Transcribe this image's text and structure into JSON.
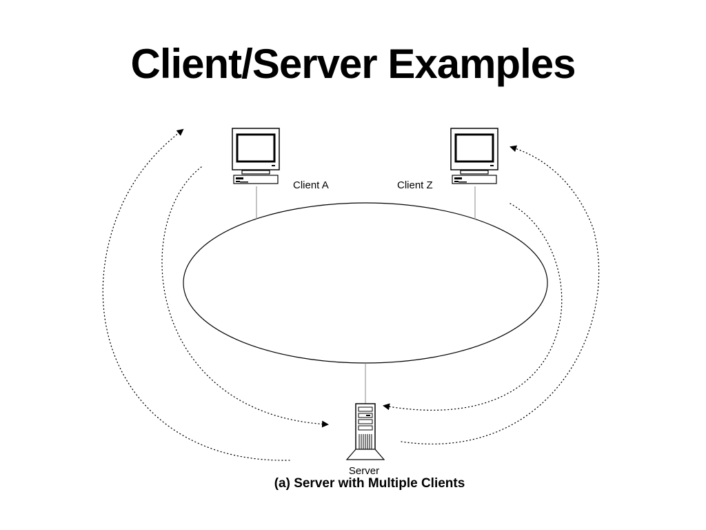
{
  "title": "Client/Server Examples",
  "nodes": {
    "client_a": "Client A",
    "client_z": "Client Z",
    "server": "Server"
  },
  "caption": "(a) Server with Multiple Clients",
  "colors": {
    "stroke": "#000000",
    "background": "#ffffff"
  }
}
